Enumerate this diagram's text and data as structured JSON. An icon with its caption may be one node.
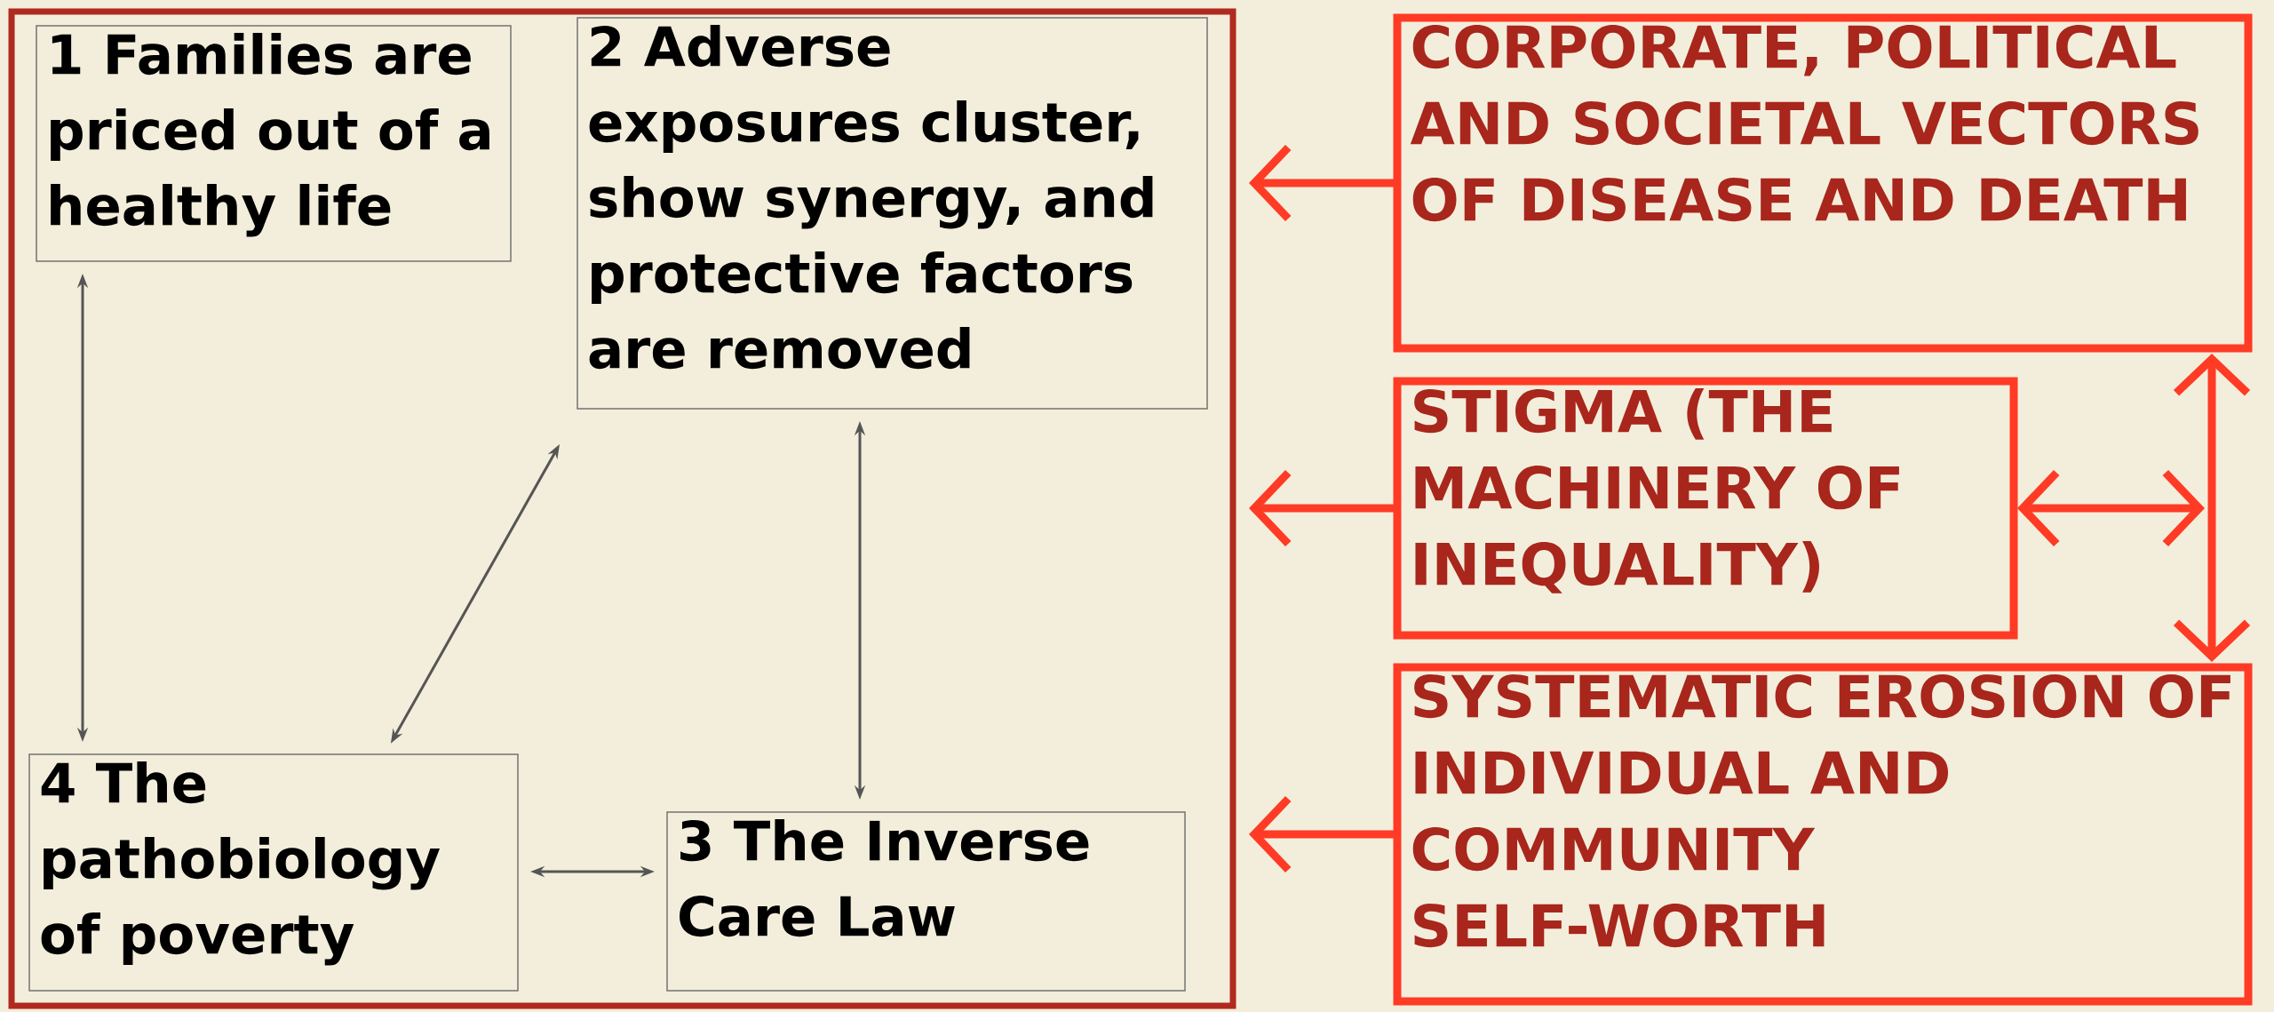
{
  "diagram": {
    "nodes": [
      {
        "text": [],
        "shape": "box"
      },
      {
        "text": [
          "1 Families are priced out of a healthy life"
        ],
        "in": 0
      },
      {
        "text": [
          "2 Adverse exposures cluster, show synergy, and protective factors are removed"
        ],
        "in": 0
      },
      {
        "text": [
          "3 The Inverse Care Law"
        ],
        "in": 0
      },
      {
        "text": [
          "4 The pathobiology of poverty"
        ],
        "in": 0
      },
      {
        "text": [
          "CORPORATE, POLITICAL AND SOCIETAL VECTORS OF DISEASE AND DEATH"
        ]
      },
      {
        "text": [
          "STIGMA (THE MACHINERY OF INEQUALITY)"
        ]
      },
      {
        "text": [
          "SYSTEMATIC EROSION OF INDIVIDUAL AND COMMUNITY SELF-WORTH"
        ]
      }
    ],
    "edges": [
      {
        "from": 1,
        "to": 4,
        "arrow": "both",
        "color": "#555555"
      },
      {
        "from": 2,
        "to": 4,
        "arrow": "both",
        "color": "#555555"
      },
      {
        "from": 2,
        "to": 3,
        "arrow": "both",
        "color": "#555555"
      },
      {
        "from": 4,
        "to": 3,
        "arrow": "both",
        "color": "#555555"
      },
      {
        "from": 5,
        "to": 0,
        "arrow": "to"
      },
      {
        "from": 6,
        "to": 0,
        "arrow": "to"
      },
      {
        "from": 7,
        "to": 0,
        "arrow": "to"
      },
      {
        "from": 5,
        "to": 7,
        "arrow": "both"
      },
      {
        "from": 6,
        "to": null,
        "arrow": "both"
      }
    ]
  }
}
